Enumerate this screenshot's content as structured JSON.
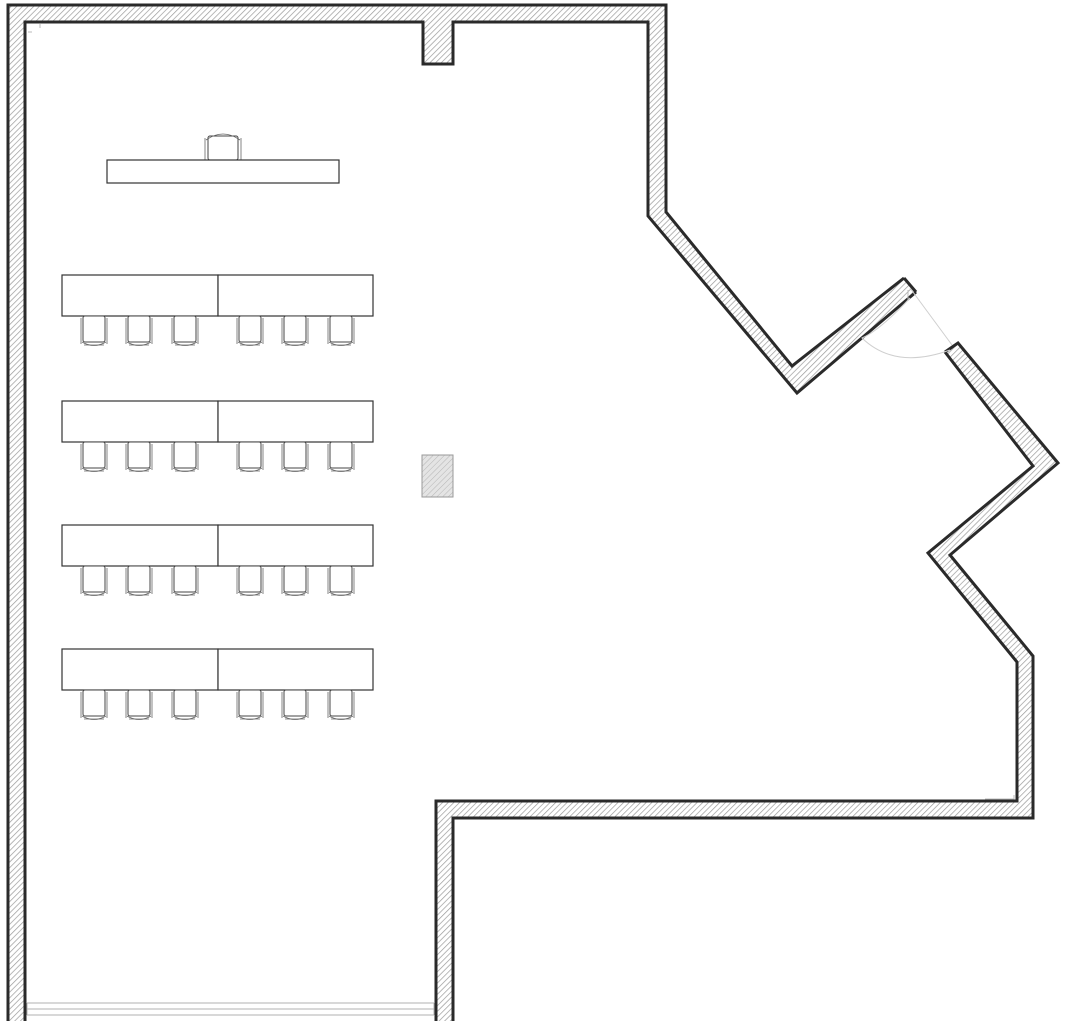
{
  "plan": {
    "colors": {
      "wall_outline": "#2a2a2a",
      "wall_hatch": "#9a9a9a",
      "furniture_outline": "#333333",
      "column_fill": "#d6d6d6",
      "background": "#ffffff"
    },
    "layout": {
      "table_rows": 4,
      "tables_per_row": 2,
      "chairs_per_table": 3,
      "teacher_desk_chairs": 1,
      "columns": 1,
      "doors": 1,
      "windows": 1
    }
  }
}
